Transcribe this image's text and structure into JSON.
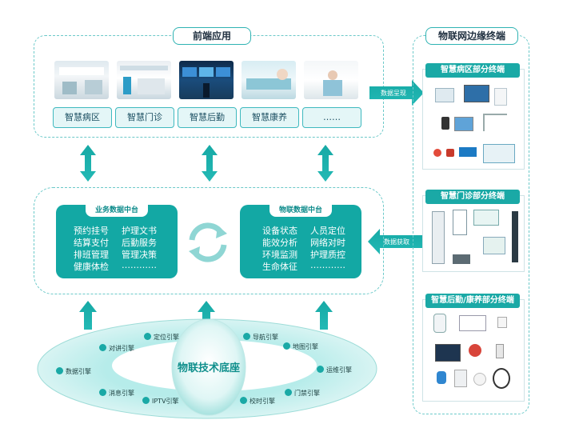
{
  "frontend": {
    "title": "前端应用",
    "apps": [
      "智慧病区",
      "智慧门诊",
      "智慧后勤",
      "智慧康养",
      "……"
    ]
  },
  "edge": {
    "title": "物联网边缘终端",
    "ward": {
      "title": "智慧病区部分终端"
    },
    "clinic": {
      "title": "智慧门诊部分终端"
    },
    "logistics": {
      "title": "智慧后勤/康养部分终端"
    }
  },
  "arrows": {
    "data_present": "数据呈现",
    "data_fetch": "数据获取"
  },
  "business": {
    "title": "业务数据中台",
    "items": [
      "预约挂号",
      "护理文书",
      "结算支付",
      "后勤服务",
      "排班管理",
      "管理决策",
      "健康体检",
      "…………"
    ]
  },
  "iot": {
    "title": "物联数据中台",
    "items": [
      "设备状态",
      "人员定位",
      "能效分析",
      "网络对时",
      "环境监测",
      "护理质控",
      "生命体征",
      "…………"
    ]
  },
  "base": {
    "title": "物联技术底座",
    "engines": [
      "定位引擎",
      "导航引擎",
      "对讲引擎",
      "地图引擎",
      "数据引擎",
      "运维引擎",
      "消息引擎",
      "门禁引擎",
      "IPTV引擎",
      "校时引擎"
    ]
  },
  "colors": {
    "teal": "#13a8a4",
    "dashed": "#6cc9c9",
    "light": "#e4f6f7"
  }
}
